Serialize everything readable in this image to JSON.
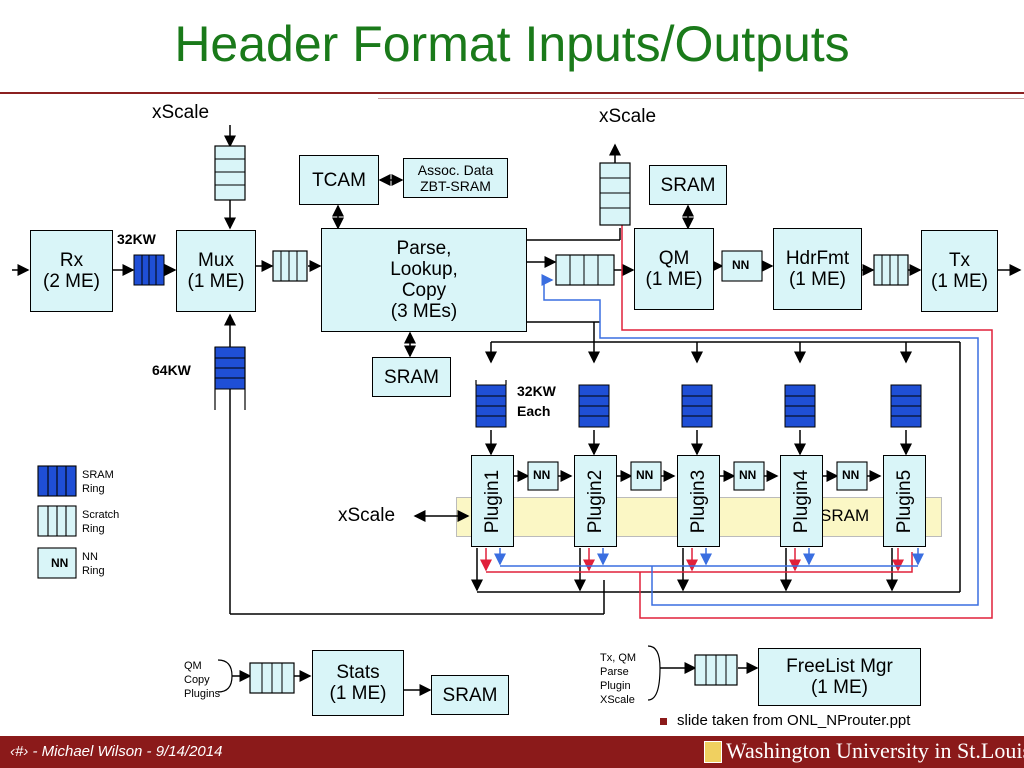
{
  "title": "Header Format Inputs/Outputs",
  "blocks": {
    "rx": "Rx\n(2 ME)",
    "mux": "Mux\n(1 ME)",
    "parse": "Parse,\nLookup,\nCopy\n(3 MEs)",
    "tcam": "TCAM",
    "assoc": "Assoc. Data\nZBT-SRAM",
    "sram_parse": "SRAM",
    "qm": "QM\n(1 ME)",
    "sram_qm": "SRAM",
    "hdrfmt": "HdrFmt\n(1 ME)",
    "tx": "Tx\n(1 ME)",
    "stats": "Stats\n(1 ME)",
    "sram_stats": "SRAM",
    "freelist": "FreeList Mgr\n(1 ME)",
    "plugins": [
      "Plugin1",
      "Plugin2",
      "Plugin3",
      "Plugin4",
      "Plugin5"
    ],
    "sram_bar": "SRAM"
  },
  "labels": {
    "xscale_top_left": "xScale",
    "xscale_top_right": "xScale",
    "xscale_mid": "xScale",
    "kw32": "32KW",
    "kw64": "64KW",
    "kw32_each": "32KW\nEach",
    "nn": "NN",
    "stats_inputs": "QM\nCopy\nPlugins",
    "freelist_inputs": "Tx, QM\nParse\nPlugin\nXScale"
  },
  "legend": [
    {
      "label": "SRAM\nRing"
    },
    {
      "label": "Scratch\nRing"
    },
    {
      "label": "NN\nRing",
      "tag": "NN"
    }
  ],
  "colors": {
    "title": "#1a7a1a",
    "block": "#d9f5f8",
    "sram_ring": "#1f4fd6",
    "red_wire": "#e0203a",
    "blue_wire": "#3a6ee0",
    "footer": "#8b1a1a"
  },
  "note": "slide taken from ONL_NProuter.ppt",
  "footer": {
    "left": "‹#› - Michael Wilson - 9/14/2014",
    "right": "Washington University in St.Louis"
  }
}
